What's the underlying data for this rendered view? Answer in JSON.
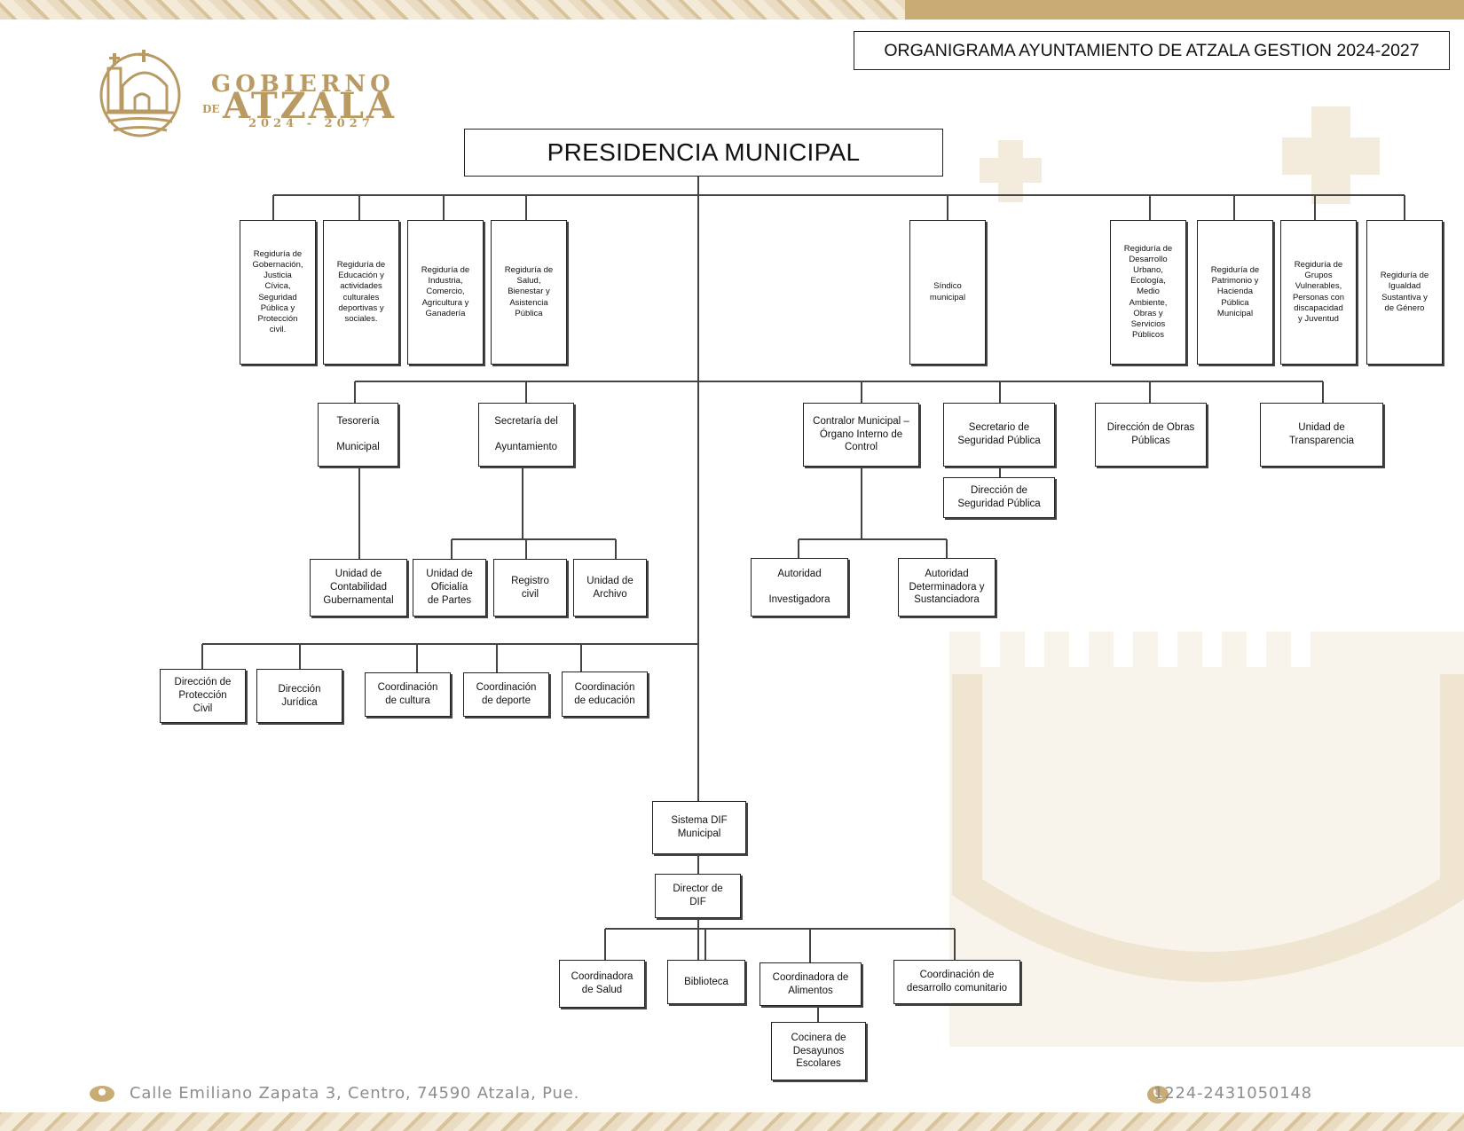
{
  "header": {
    "title": "ORGANIGRAMA AYUNTAMIENTO DE ATZALA GESTION 2024-2027"
  },
  "logo": {
    "line1": "GOBIERNO",
    "de": "DE",
    "line2": "ATZALA",
    "years": "2024 - 2027",
    "icon": "church-seal-icon"
  },
  "footer": {
    "address": "Calle Emiliano Zapata 3, Centro, 74590 Atzala, Pue.",
    "phone": "1224-2431050148",
    "address_icon": "location-pin-icon",
    "phone_icon": "phone-icon"
  },
  "colors": {
    "gold": "#b99a63",
    "band": "#c9ab74",
    "line": "#444444",
    "box_border": "#222222"
  },
  "org": {
    "presidencia": "PRESIDENCIA MUNICIPAL",
    "regidurias_left": [
      "Regiduría de\nGobernación,\nJusticia\nCívica,\nSeguridad\nPública y\nProtección\ncivil.",
      "Regiduría de\nEducación y\nactividades\nculturales\ndeportivas y\nsociales.",
      "Regiduría de\nIndustria,\nComercio,\nAgricultura y\nGanadería",
      "Regiduría de\nSalud,\nBienestar y\nAsistencia\nPública"
    ],
    "sindico": "Síndico\nmunicipal",
    "regidurias_right": [
      "Regiduría de\nDesarrollo\nUrbano,\nEcología,\nMedio\nAmbiente,\nObras y\nServicios\nPúblicos",
      "Regiduría de\nPatrimonio y\nHacienda\nPública\nMunicipal",
      "Regiduría de\nGrupos\nVulnerables,\nPersonas con\ndiscapacidad\ny Juventud",
      "Regiduría de\nIgualdad\nSustantiva y\nde Género"
    ],
    "tesoreria": "Tesorería\n\nMunicipal",
    "secretaria": "Secretaría del\n\nAyuntamiento",
    "contralor": "Contralor Municipal –\nÓrgano Interno de\nControl",
    "sec_seguridad": "Secretario de\nSeguridad Pública",
    "dir_seguridad": "Dirección de\nSeguridad Pública",
    "obras": "Dirección de Obras\nPúblicas",
    "transparencia": "Unidad de\nTransparencia",
    "contabilidad": "Unidad de\nContabilidad\nGubernamental",
    "oficialia": "Unidad de\nOficialía\nde Partes",
    "registro": "Registro\ncivil",
    "archivo": "Unidad de\nArchivo",
    "investigadora": "Autoridad\n\nInvestigadora",
    "determinadora": "Autoridad\nDeterminadora y\nSustanciadora",
    "proteccion": "Dirección de\nProtección\nCivil",
    "juridica": "Dirección\nJurídica",
    "cultura": "Coordinación\nde cultura",
    "deporte": "Coordinación\nde deporte",
    "educacion": "Coordinación\nde educación",
    "dif": "Sistema DIF\nMunicipal",
    "director_dif": "Director de\nDIF",
    "salud": "Coordinadora\nde Salud",
    "biblioteca": "Biblioteca",
    "alimentos": "Coordinadora de\nAlimentos",
    "desarrollo": "Coordinación de\ndesarrollo comunitario",
    "cocinera": "Cocinera de\nDesayunos\nEscolares"
  }
}
